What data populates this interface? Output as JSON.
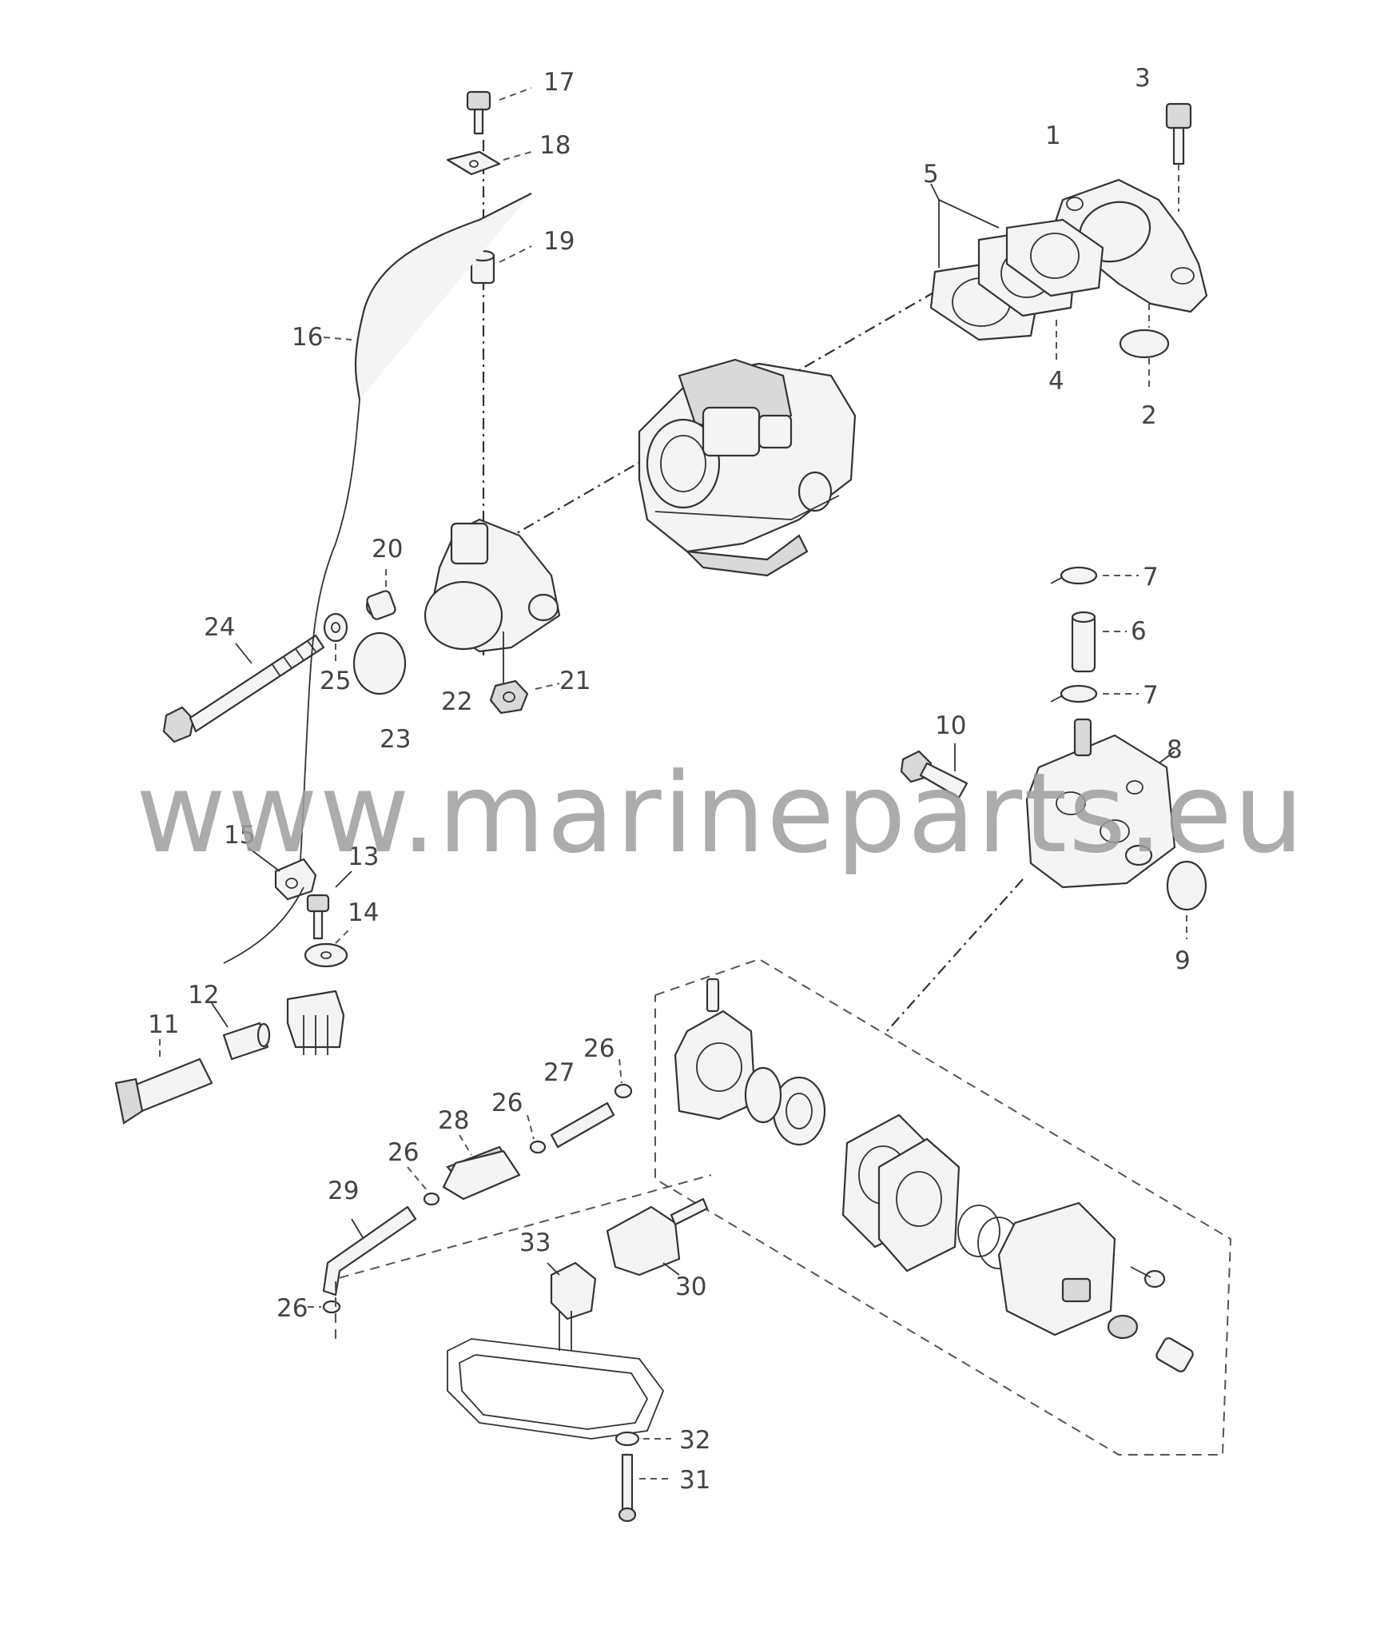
{
  "watermark": "www.marineparts.eu",
  "callouts": {
    "c1": "1",
    "c2": "2",
    "c3": "3",
    "c4": "4",
    "c5": "5",
    "c6": "6",
    "c7a": "7",
    "c7b": "7",
    "c8": "8",
    "c9": "9",
    "c10": "10",
    "c11": "11",
    "c12": "12",
    "c13": "13",
    "c14": "14",
    "c15": "15",
    "c16": "16",
    "c17": "17",
    "c18": "18",
    "c19": "19",
    "c20": "20",
    "c21": "21",
    "c22": "22",
    "c23": "23",
    "c24": "24",
    "c25": "25",
    "c26a": "26",
    "c26b": "26",
    "c26c": "26",
    "c26d": "26",
    "c27": "27",
    "c28": "28",
    "c29": "29",
    "c30": "30",
    "c31": "31",
    "c32": "32",
    "c33": "33"
  }
}
